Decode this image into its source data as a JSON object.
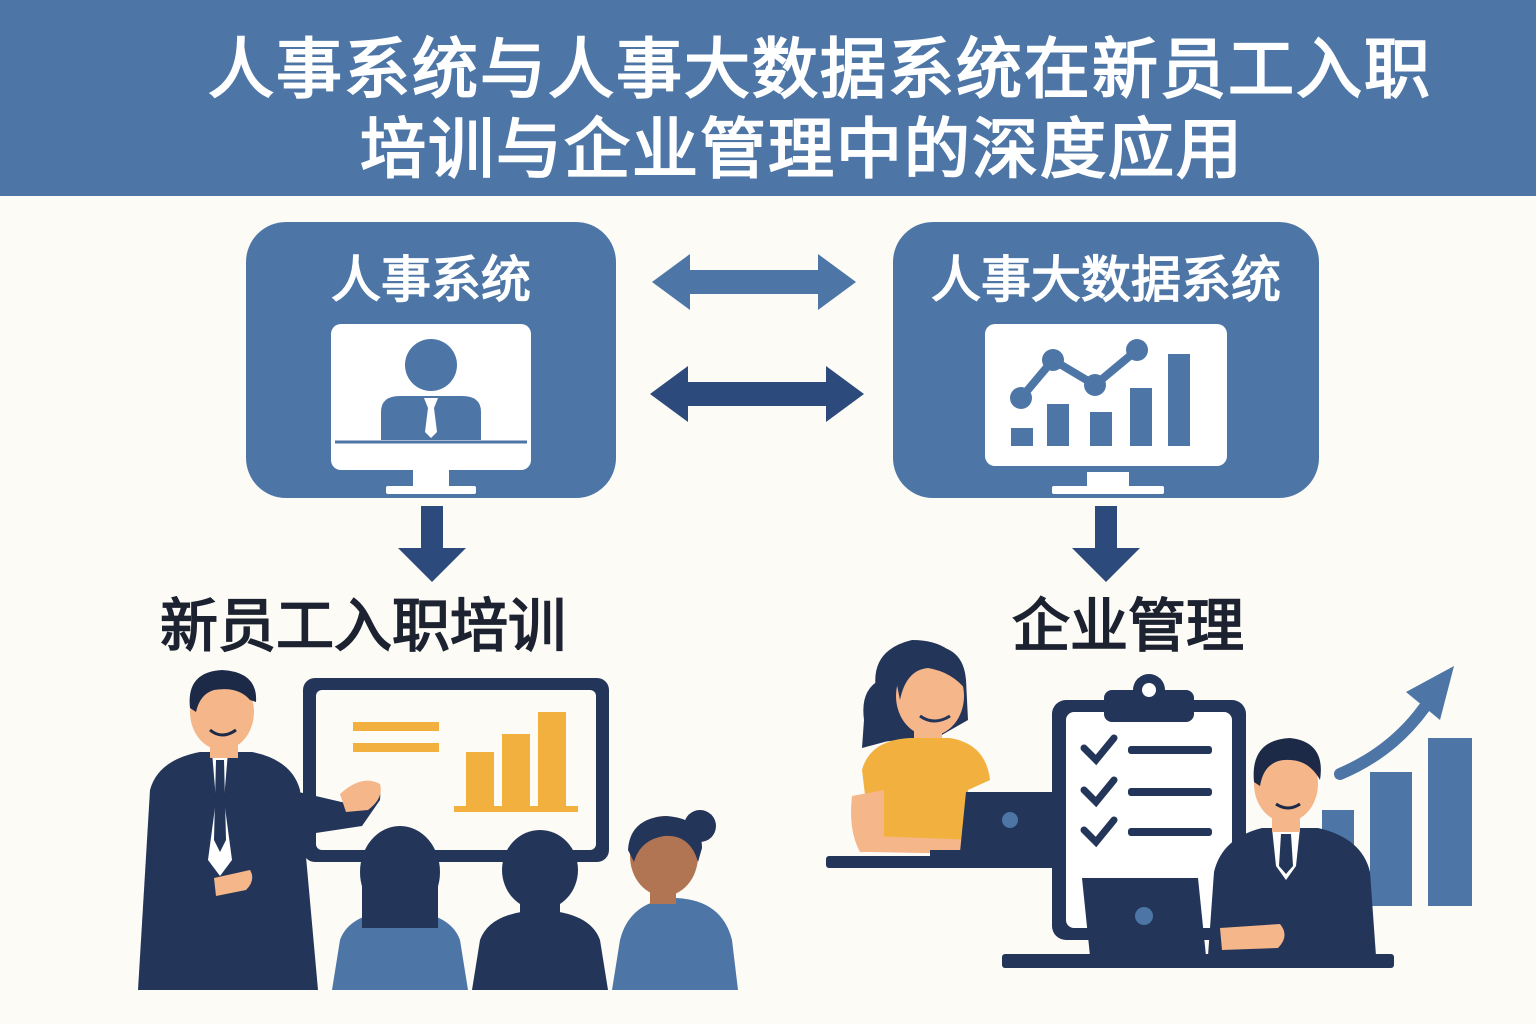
{
  "title": {
    "line1": "人事系统与人事大数据系统在新员工入职",
    "line2": "培训与企业管理中的深度应用"
  },
  "left_system": {
    "label": "人事系统"
  },
  "right_system": {
    "label": "人事大数据系统"
  },
  "left_section": {
    "label": "新员工入职培训"
  },
  "right_section": {
    "label": "企业管理"
  },
  "colors": {
    "banner": "#4d76a7",
    "panel": "#4d76a7",
    "navy": "#2c4a7c",
    "dark": "#233559",
    "accent": "#f2b13e",
    "background": "#fcfbf6"
  },
  "icons": [
    "person-monitor-icon",
    "analytics-monitor-icon",
    "double-arrow-icon",
    "down-arrow-icon",
    "presentation-board-icon",
    "clipboard-checklist-icon",
    "laptop-icon",
    "growth-arrow-icon"
  ]
}
